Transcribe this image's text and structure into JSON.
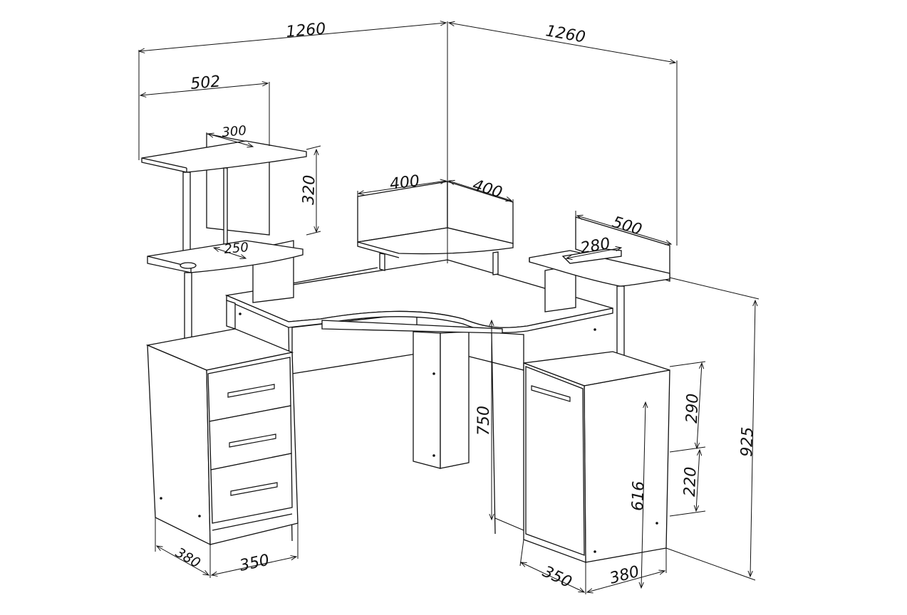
{
  "diagram": {
    "dimensions": {
      "total_width_left": "1260",
      "total_width_right": "1260",
      "left_shelf_width": "502",
      "left_shelf_depth": "300",
      "left_shelf_height": "320",
      "left_lower_shelf_depth": "250",
      "corner_shelf_left": "400",
      "corner_shelf_right": "400",
      "right_shelf_width": "500",
      "right_shelf_depth": "280",
      "desk_height": "750",
      "total_height": "925",
      "cabinet_upper_height": "290",
      "cabinet_lower_height": "220",
      "cabinet_door_height": "616",
      "left_pedestal_depth": "380",
      "left_pedestal_width": "350",
      "right_pedestal_width": "350",
      "right_pedestal_depth": "380"
    }
  }
}
